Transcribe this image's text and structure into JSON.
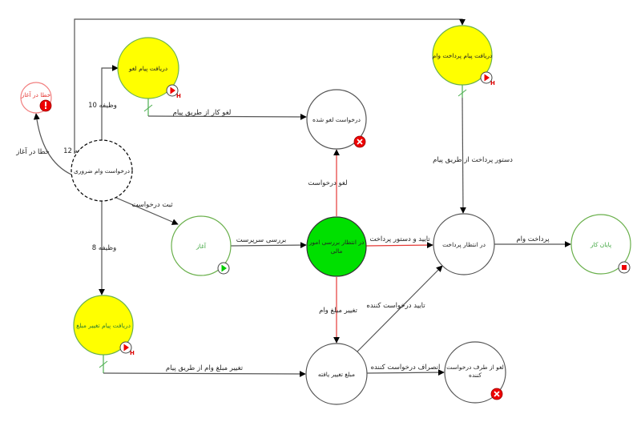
{
  "diagram": {
    "type": "state-workflow",
    "nodes": {
      "start_error": {
        "label": "خطا در آغاز",
        "icon": "error-exclamation-icon",
        "color": "#e53935"
      },
      "urgent_loan_request": {
        "label": "درخواست وام ضروری",
        "style": "dashed"
      },
      "receive_cancel_message": {
        "label": "دریافت پیام لغو",
        "icon": "message-timer-icon",
        "fill": "#ffff00"
      },
      "request_cancelled": {
        "label": "درخواست لغو شده",
        "icon": "cancel-end-icon"
      },
      "receive_payment_message": {
        "label": "دریافت پیام پرداخت وام",
        "icon": "message-timer-icon",
        "fill": "#ffff00"
      },
      "start": {
        "label": "آغاز",
        "icon": "start-play-icon",
        "color": "#4caf50"
      },
      "awaiting_finance_review": {
        "label_line1": "در انتظار بررسی امور",
        "label_line2": "مالی",
        "fill": "#00e000"
      },
      "awaiting_payment": {
        "label": "در انتظار پرداخت"
      },
      "end": {
        "label": "پایان کار",
        "icon": "stop-icon",
        "color": "#4caf50"
      },
      "receive_amount_change_message": {
        "label": "دریافت پیام تغییر مبلغ",
        "icon": "message-timer-icon",
        "fill": "#ffff00"
      },
      "amount_changed": {
        "label": "مبلغ تغییر یافته"
      },
      "cancelled_by_requester": {
        "label_line1": "لغو از طرف درخواست",
        "label_line2": "کننده",
        "icon": "cancel-end-icon"
      }
    },
    "icon_badge_text": "H",
    "edges": {
      "start_error": "خطا در آغاز",
      "task12": "وظیفه 12",
      "task10": "وظیفه 10",
      "task8": "وظیفه 8",
      "cancel_via_message": "لغو کار از طریق پیام",
      "cancel_request": "لغو درخواست",
      "payment_order_via_message": "دستور پرداخت از طریق پیام",
      "submit_request": "ثبت درخواست",
      "supervisor_review": "بررسی سرپرست",
      "approve_and_order_payment": "تایید و دستور پرداخت",
      "pay_loan": "پرداخت وام",
      "change_loan_amount": "تغییر مبلغ وام",
      "requester_approval": "تایید درخواست کننده",
      "requester_withdrawal": "انصراف درخواست کننده",
      "change_amount_via_message": "تغییر مبلغ وام از طریق پیام"
    }
  }
}
